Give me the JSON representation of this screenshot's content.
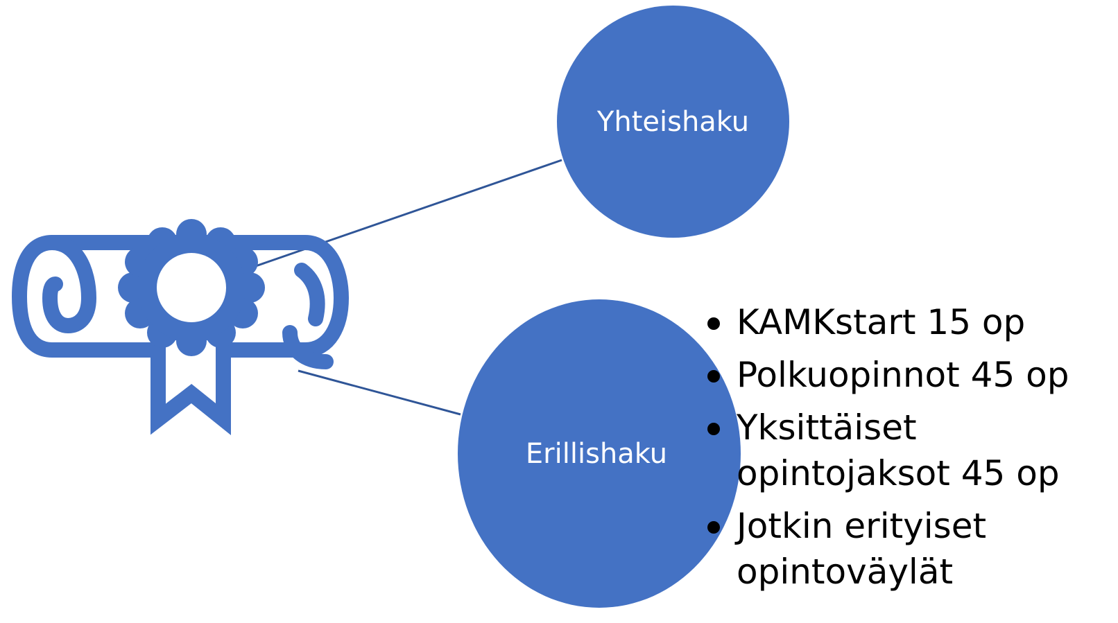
{
  "colors": {
    "node_fill": "#4472C4",
    "icon_stroke": "#4472C4",
    "connector": "#2F5597",
    "node_text": "#FFFFFF",
    "list_text": "#000000"
  },
  "icon": {
    "name": "diploma-scroll-icon"
  },
  "nodes": {
    "yhteishaku": {
      "label": "Yhteishaku"
    },
    "erillishaku": {
      "label": "Erillishaku",
      "bullets": [
        "KAMKstart 15 op",
        "Polkuopinnot 45 op",
        "Yksittäiset opintojaksot 45 op",
        "Jotkin erityiset opintoväylät"
      ]
    }
  }
}
